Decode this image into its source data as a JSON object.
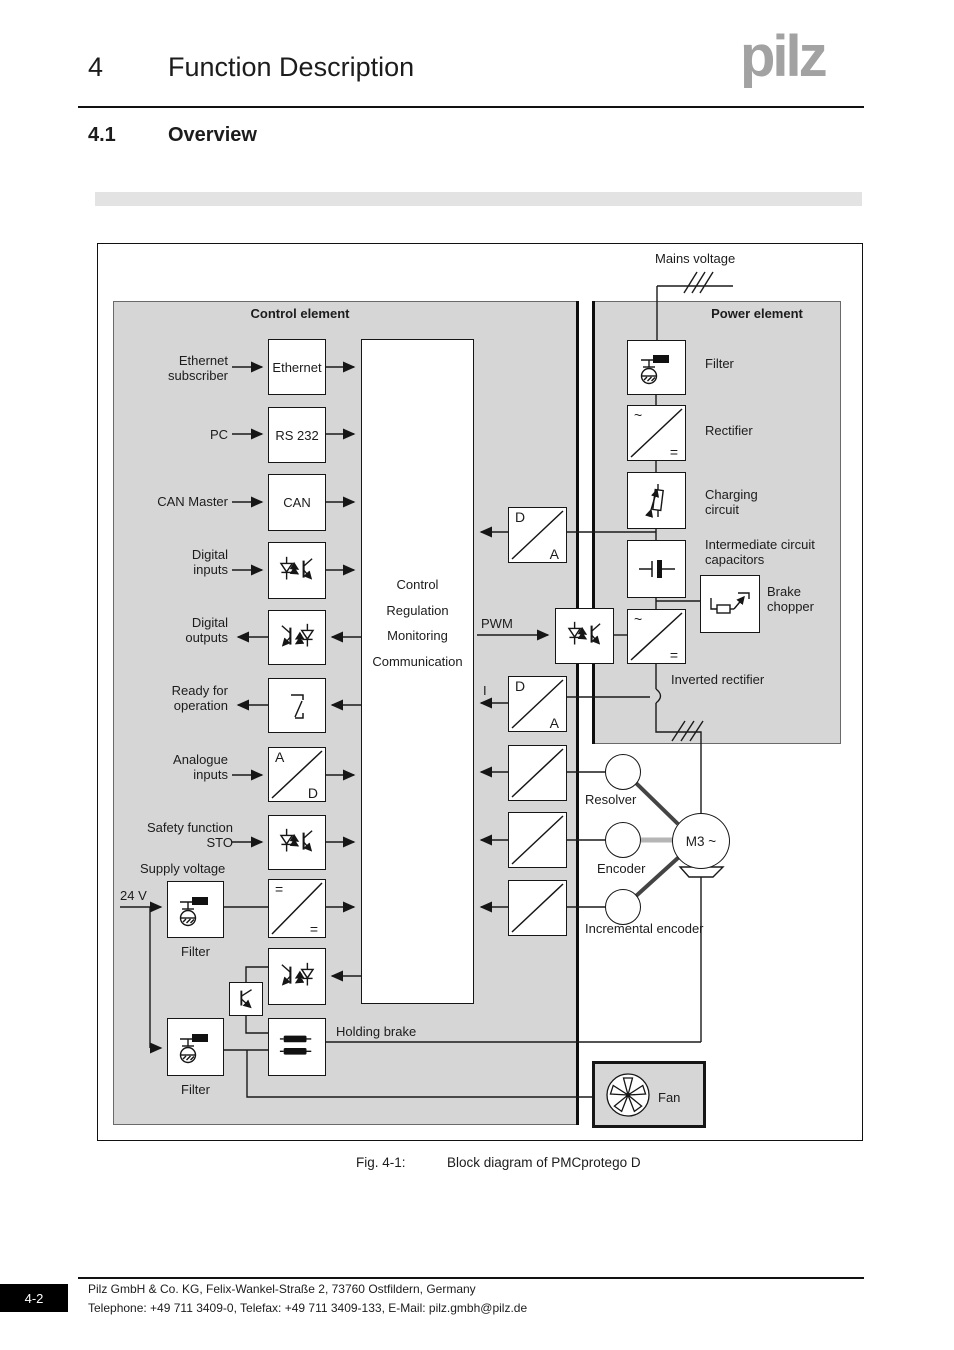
{
  "page": {
    "chapter_number": "4",
    "chapter_title": "Function Description",
    "section_number": "4.1",
    "section_title": "Overview",
    "logo_text": "pilz",
    "caption_label": "Fig. 4-1:",
    "caption_text": "Block diagram of PMCprotego D",
    "footer_page": "4-2",
    "footer_line1": "Pilz GmbH & Co. KG, Felix-Wankel-Straße 2, 73760 Ostfildern, Germany",
    "footer_line2": "Telephone: +49 711 3409-0, Telefax: +49 711 3409-133, E-Mail: pilz.gmbh@pilz.de"
  },
  "diagram": {
    "mains_label": "Mains voltage",
    "control_panel_title": "Control element",
    "power_panel_title": "Power element",
    "central_text": "Control\nRegulation\nMonitoring\nCommunication",
    "left": {
      "ethernet_label": "Ethernet\nsubscriber",
      "ethernet_box": "Ethernet",
      "pc_label": "PC",
      "rs232_box": "RS 232",
      "can_label": "CAN Master",
      "can_box": "CAN",
      "digital_inputs_label": "Digital\ninputs",
      "digital_outputs_label": "Digital\noutputs",
      "ready_label": "Ready for\noperation",
      "analogue_label": "Analogue\ninputs",
      "sto_label": "Safety function\nSTO",
      "supply_label": "Supply voltage",
      "v24_label": "24 V",
      "filter1_label": "Filter",
      "filter2_label": "Filter",
      "holding_brake_label": "Holding brake"
    },
    "converters": {
      "da": {
        "tl": "D",
        "br": "A"
      },
      "ad": {
        "tl": "A",
        "br": "D"
      },
      "dc": {
        "tl": "=",
        "br": "="
      },
      "rect": {
        "tl": "~",
        "br": "="
      }
    },
    "signals": {
      "pwm": "PWM",
      "current": "I"
    },
    "power": {
      "filter_label": "Filter",
      "rectifier_label": "Rectifier",
      "charging_label": "Charging\ncircuit",
      "capacitors_label": "Intermediate circuit\ncapacitors",
      "brake_chopper_label": "Brake\nchopper",
      "inverted_rectifier_label": "Inverted rectifier",
      "resolver_label": "Resolver",
      "encoder_label": "Encoder",
      "incremental_label": "Incremental encoder",
      "motor_label": "M3 ~",
      "fan_label": "Fan"
    },
    "colors": {
      "panel_gray": "#d6d6d6",
      "line_black": "#1a1a1a",
      "logo_gray": "#a2a2a2",
      "heading_bar_gray": "#e3e3e3"
    }
  }
}
